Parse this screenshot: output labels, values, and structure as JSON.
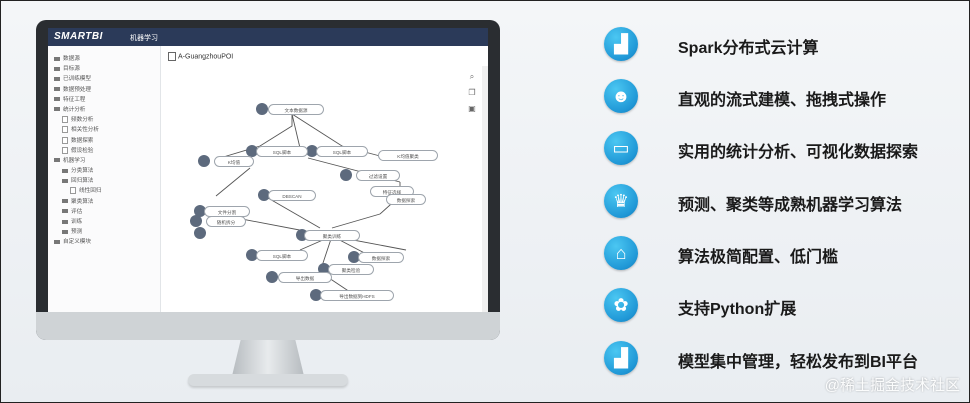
{
  "app": {
    "logo": "SMARTBI",
    "active_tab": "机器学习",
    "canvas_title": "A-GuangzhouPOI"
  },
  "tree": [
    {
      "label": "数据源",
      "type": "folder"
    },
    {
      "label": "目标源",
      "type": "folder"
    },
    {
      "label": "已训练模型",
      "type": "folder"
    },
    {
      "label": "数据预处理",
      "type": "folder"
    },
    {
      "label": "特征工程",
      "type": "folder"
    },
    {
      "label": "统计分析",
      "type": "folder"
    },
    {
      "label": "频数分析",
      "type": "leaf"
    },
    {
      "label": "相关性分析",
      "type": "leaf"
    },
    {
      "label": "数据探索",
      "type": "leaf"
    },
    {
      "label": "假设检验",
      "type": "leaf"
    },
    {
      "label": "机器学习",
      "type": "folder"
    },
    {
      "label": "分类算法",
      "type": "folder"
    },
    {
      "label": "回归算法",
      "type": "folder"
    },
    {
      "label": "线性回归",
      "type": "leaf"
    },
    {
      "label": "聚类算法",
      "type": "folder"
    },
    {
      "label": "评估",
      "type": "folder"
    },
    {
      "label": "训练",
      "type": "folder"
    },
    {
      "label": "预测",
      "type": "folder"
    },
    {
      "label": "自定义模块",
      "type": "folder"
    }
  ],
  "nodes": [
    {
      "label": "文本数据源"
    },
    {
      "label": "SQL脚本"
    },
    {
      "label": "SQL脚本"
    },
    {
      "label": "K均值聚类"
    },
    {
      "label": "K均值"
    },
    {
      "label": "DBSCAN"
    },
    {
      "label": "过滤设置"
    },
    {
      "label": "特征选择"
    },
    {
      "label": "数据探索"
    },
    {
      "label": "聚类训练"
    },
    {
      "label": "文件分割"
    },
    {
      "label": "随机拆分"
    },
    {
      "label": "SQL脚本"
    },
    {
      "label": "数据探索"
    },
    {
      "label": "导出数据"
    },
    {
      "label": "聚类检验"
    },
    {
      "label": "导出数据到HDFS"
    }
  ],
  "features": [
    {
      "label": "Spark分布式云计算",
      "icon": "bar-chart-up-icon"
    },
    {
      "label": "直观的流式建模、拖拽式操作",
      "icon": "people-group-icon"
    },
    {
      "label": "实用的统计分析、可视化数据探索",
      "icon": "folder-icon"
    },
    {
      "label": "预测、聚类等成熟机器学习算法",
      "icon": "crown-icon"
    },
    {
      "label": "算法极简配置、低门槛",
      "icon": "home-icon"
    },
    {
      "label": "支持Python扩展",
      "icon": "paw-icon"
    },
    {
      "label": "模型集中管理，轻松发布到BI平台",
      "icon": "bar-chart-up-icon"
    }
  ],
  "watermark": "@稀土掘金技术社区",
  "colors": {
    "accent": "#1f97d6",
    "appbar": "#2b3a59"
  }
}
